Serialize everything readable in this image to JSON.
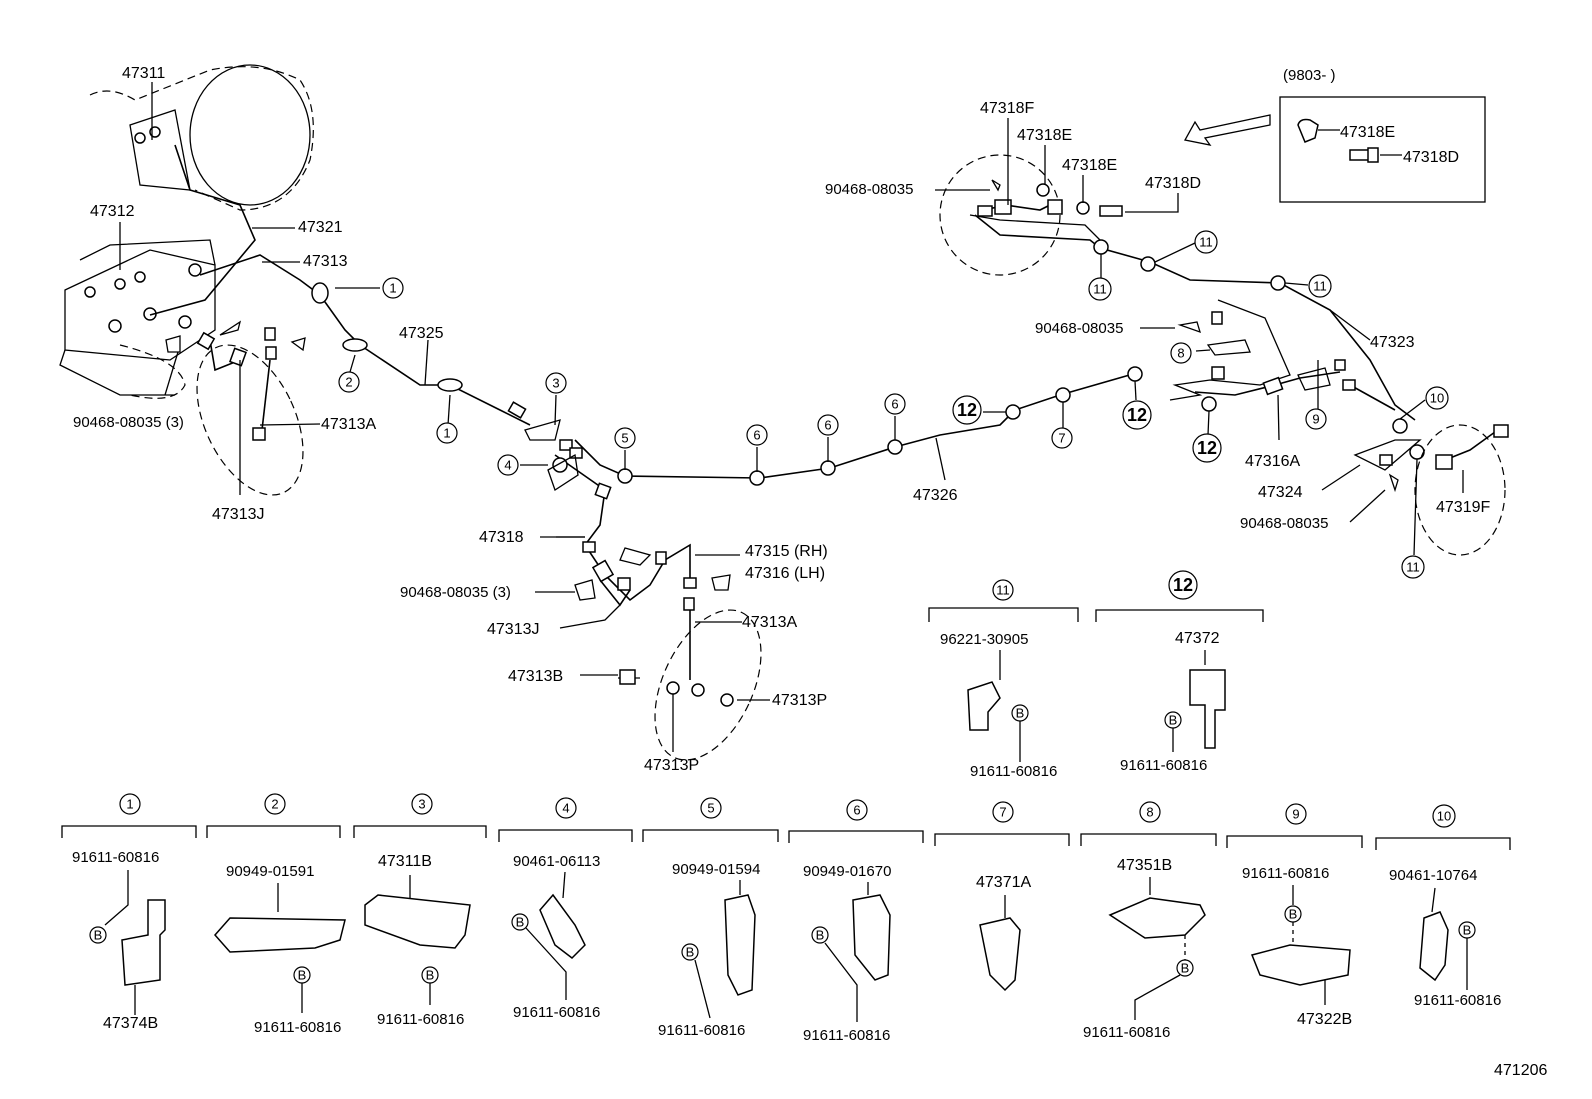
{
  "labels": {
    "p47311": "47311",
    "p47312": "47312",
    "p47321": "47321",
    "p47313": "47313",
    "p47325": "47325",
    "p90468_3_top": "90468-08035 (3)",
    "p47313A_top": "47313A",
    "p47313J_top": "47313J",
    "p47318": "47318",
    "p47315": "47315 (RH)",
    "p47316": "47316 (LH)",
    "p90468_3_bottom": "90468-08035 (3)",
    "p47313J_bottom": "47313J",
    "p47313A_bottom": "47313A",
    "p47313B": "47313B",
    "p47313P_right": "47313P",
    "p47313P_bottom": "47313P",
    "p47326": "47326",
    "p47318F": "47318F",
    "p47318E_a": "47318E",
    "p47318E_b": "47318E",
    "p47318D": "47318D",
    "p90468_top_right": "90468-08035",
    "p90468_mid_right": "90468-08035",
    "p47323": "47323",
    "p47316A": "47316A",
    "p47324": "47324",
    "p90468_bottom_right": "90468-08035",
    "p47319F": "47319F",
    "inset_date": "(9803-        )",
    "inset_47318E": "47318E",
    "inset_47318D": "47318D",
    "drawing_number": "471206"
  },
  "callouts": {
    "c11_detail": {
      "num": "11",
      "part": "96221-30905",
      "bolt": "91611-60816"
    },
    "c12_detail": {
      "num": "12",
      "part": "47372",
      "bolt": "91611-60816"
    }
  },
  "details": [
    {
      "num": "1",
      "top": "91611-60816",
      "bottom": "47374B"
    },
    {
      "num": "2",
      "top": "90949-01591",
      "bottom": "91611-60816"
    },
    {
      "num": "3",
      "top": "47311B",
      "bottom": "91611-60816"
    },
    {
      "num": "4",
      "top": "90461-06113",
      "bottom": "91611-60816"
    },
    {
      "num": "5",
      "top": "90949-01594",
      "bottom": "91611-60816"
    },
    {
      "num": "6",
      "top": "90949-01670",
      "bottom": "91611-60816"
    },
    {
      "num": "7",
      "top": "47371A",
      "bottom": ""
    },
    {
      "num": "8",
      "top": "47351B",
      "bottom": "91611-60816"
    },
    {
      "num": "9",
      "top": "91611-60816",
      "bottom": "47322B"
    },
    {
      "num": "10",
      "top": "90461-10764",
      "bottom": "91611-60816"
    }
  ],
  "markers": {
    "b": "B",
    "n1": "1",
    "n2": "2",
    "n3": "3",
    "n4": "4",
    "n5": "5",
    "n6": "6",
    "n7": "7",
    "n8": "8",
    "n9": "9",
    "n10": "10",
    "n11": "11",
    "n12": "12"
  }
}
